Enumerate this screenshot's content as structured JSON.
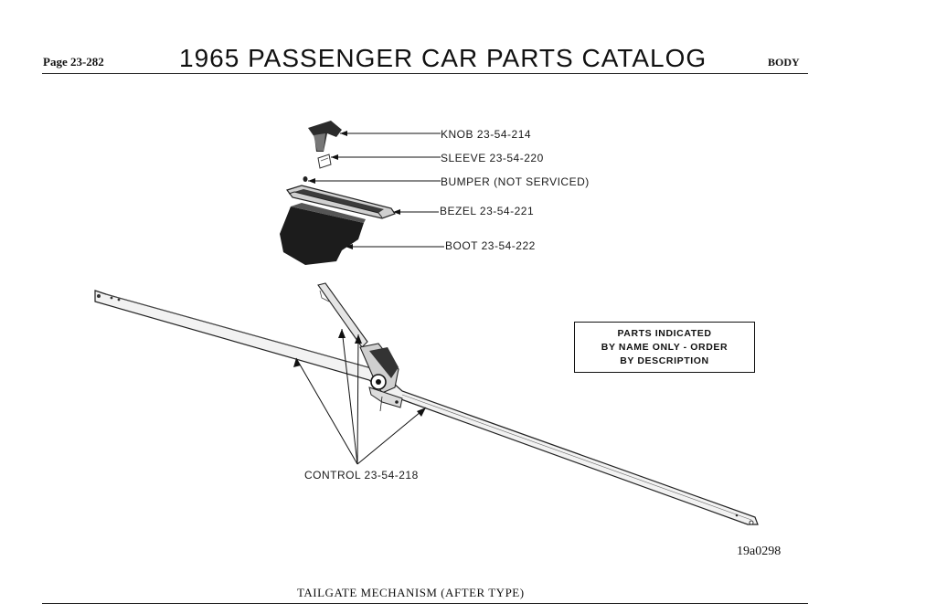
{
  "header": {
    "page_number": "Page 23-282",
    "catalog_title": "1965 PASSENGER CAR PARTS CATALOG",
    "section": "BODY"
  },
  "parts": {
    "knob": "KNOB 23-54-214",
    "sleeve": "SLEEVE 23-54-220",
    "bumper": "BUMPER (NOT SERVICED)",
    "bezel": "BEZEL 23-54-221",
    "boot": "BOOT 23-54-222",
    "control": "CONTROL 23-54-218"
  },
  "notice": {
    "line1": "PARTS INDICATED",
    "line2": "BY NAME ONLY - ORDER",
    "line3": "BY DESCRIPTION"
  },
  "figure": {
    "id": "19a0298",
    "caption": "TAILGATE MECHANISM (AFTER TYPE)"
  }
}
